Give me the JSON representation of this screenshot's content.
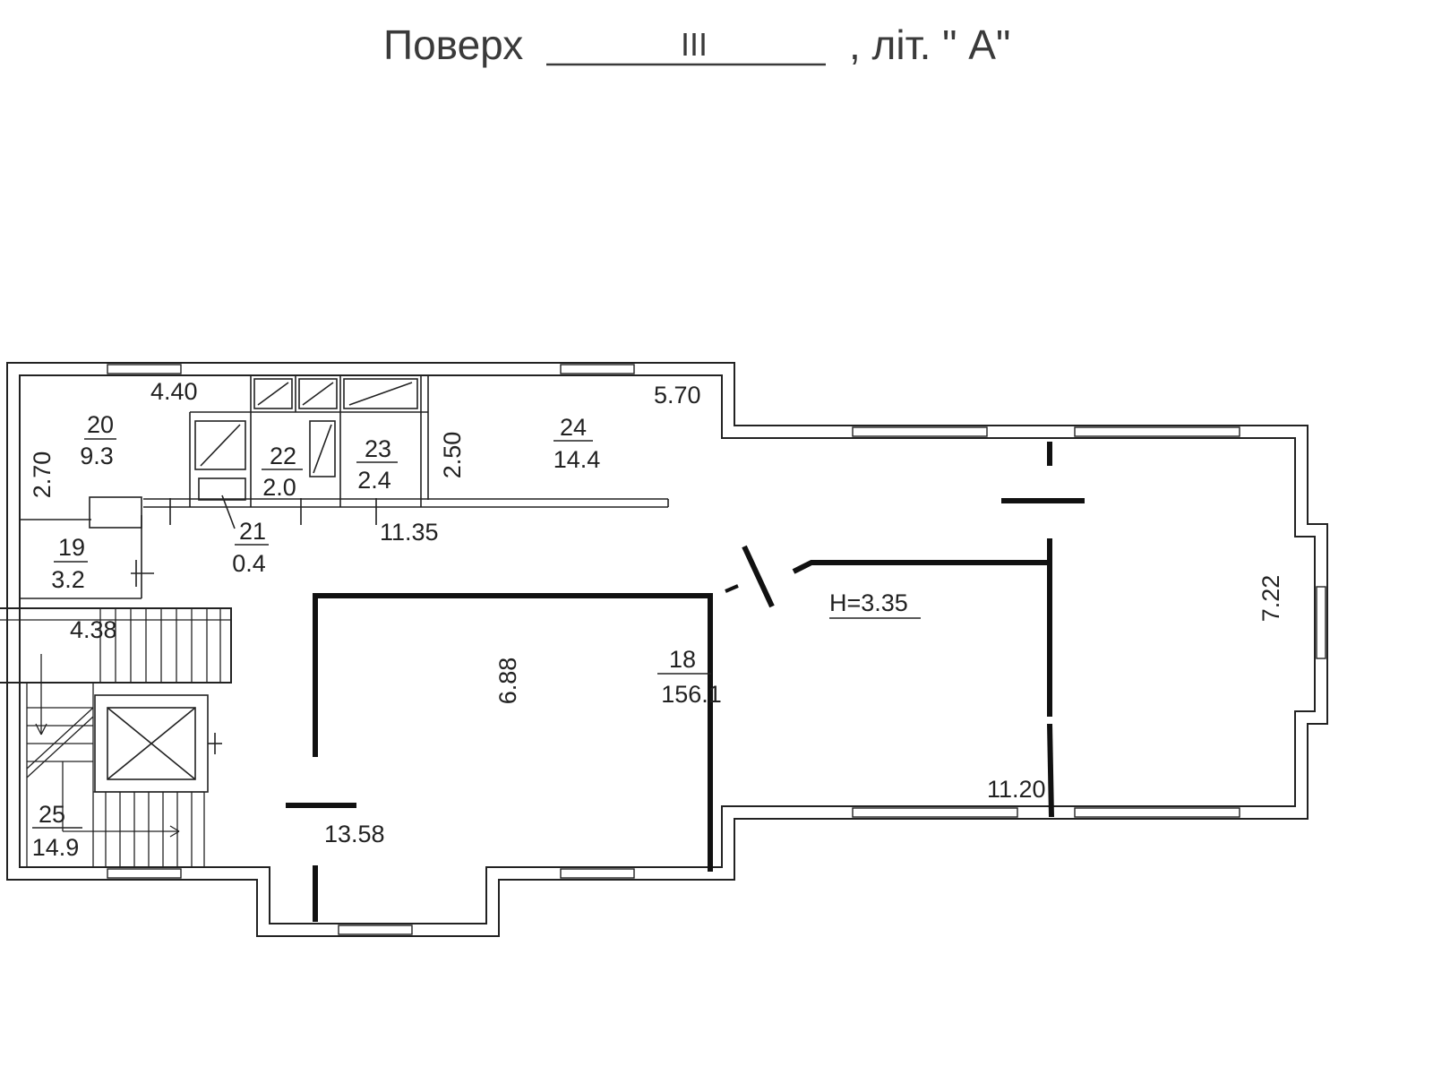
{
  "header": {
    "label": "Поверх",
    "floor": "III",
    "suffix": ", літ. \" А\""
  },
  "height_label": "H=3.35",
  "rooms": [
    {
      "id": "18",
      "number": "18",
      "area": "156.1"
    },
    {
      "id": "19",
      "number": "19",
      "area": "3.2"
    },
    {
      "id": "20",
      "number": "20",
      "area": "9.3"
    },
    {
      "id": "21",
      "number": "21",
      "area": "0.4"
    },
    {
      "id": "22",
      "number": "22",
      "area": "2.0"
    },
    {
      "id": "23",
      "number": "23",
      "area": "2.4"
    },
    {
      "id": "24",
      "number": "24",
      "area": "14.4"
    },
    {
      "id": "25",
      "number": "25",
      "area": "14.9"
    }
  ],
  "dimensions": {
    "d_4_40": "4.40",
    "d_5_70": "5.70",
    "d_2_70": "2.70",
    "d_2_50": "2.50",
    "d_11_35": "11.35",
    "d_4_38": "4.38",
    "d_6_88": "6.88",
    "d_7_22": "7.22",
    "d_11_20": "11.20",
    "d_13_58": "13.58"
  }
}
